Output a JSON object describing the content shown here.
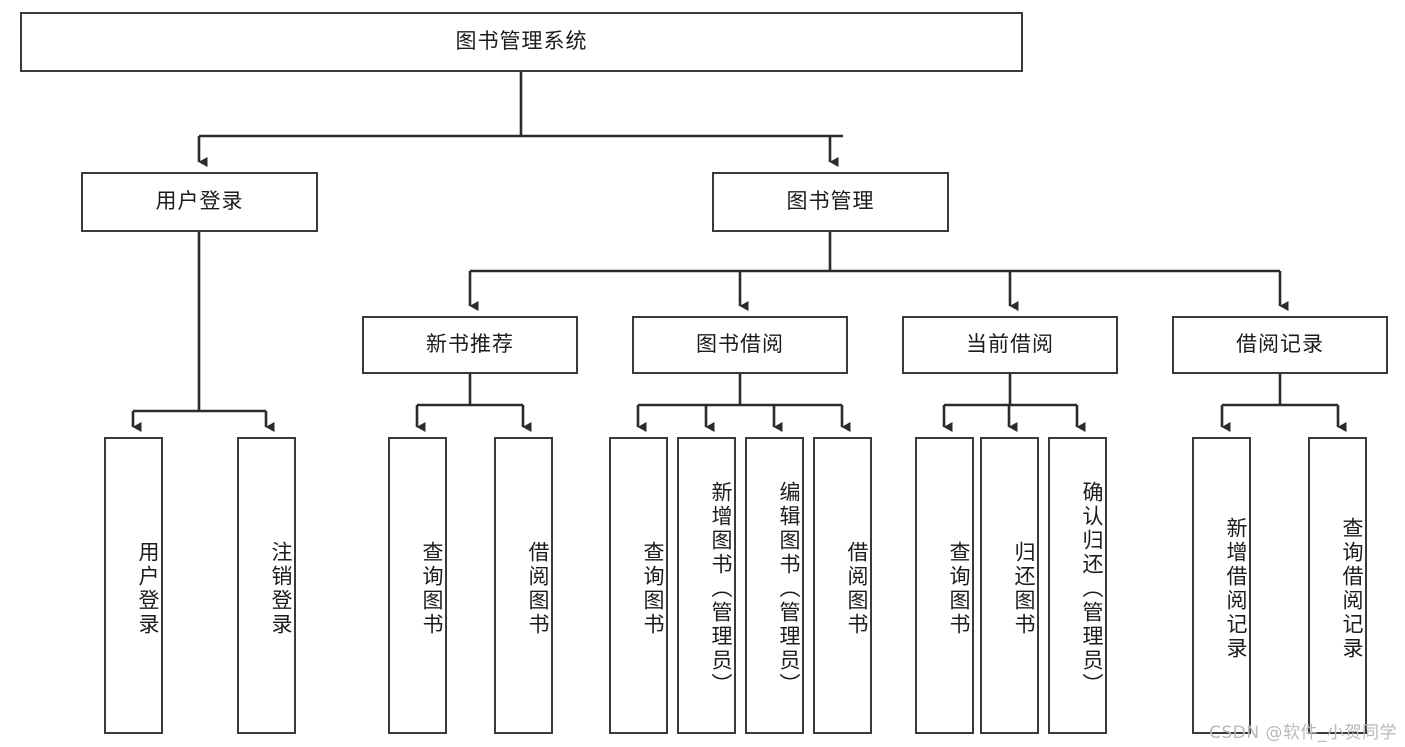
{
  "diagram": {
    "title": "图书管理系统",
    "type": "tree-hierarchy-diagram",
    "colors": {
      "background": "#ffffff",
      "box_border": "#3a3a3a",
      "box_fill": "#ffffff",
      "connector": "#2b2b2b",
      "watermark": "#b9b9b9"
    },
    "root": {
      "label": "图书管理系统"
    },
    "level2": [
      {
        "key": "user_login",
        "label": "用户登录"
      },
      {
        "key": "book_manage",
        "label": "图书管理"
      }
    ],
    "level3": [
      {
        "key": "new_book_rec",
        "label": "新书推荐"
      },
      {
        "key": "book_borrow",
        "label": "图书借阅"
      },
      {
        "key": "current_borrow",
        "label": "当前借阅"
      },
      {
        "key": "borrow_record",
        "label": "借阅记录"
      }
    ],
    "leaves": {
      "user_login": [
        {
          "label": "用户登录"
        },
        {
          "label": "注销登录"
        }
      ],
      "new_book_rec": [
        {
          "label": "查询图书"
        },
        {
          "label": "借阅图书"
        }
      ],
      "book_borrow": [
        {
          "label": "查询图书"
        },
        {
          "label": "新增图书（管理员）"
        },
        {
          "label": "编辑图书（管理员）"
        },
        {
          "label": "借阅图书"
        }
      ],
      "current_borrow": [
        {
          "label": "查询图书"
        },
        {
          "label": "归还图书"
        },
        {
          "label": "确认归还（管理员）"
        }
      ],
      "borrow_record": [
        {
          "label": "新增借阅记录"
        },
        {
          "label": "查询借阅记录"
        }
      ]
    },
    "watermark": "CSDN @软件_小贺同学"
  }
}
